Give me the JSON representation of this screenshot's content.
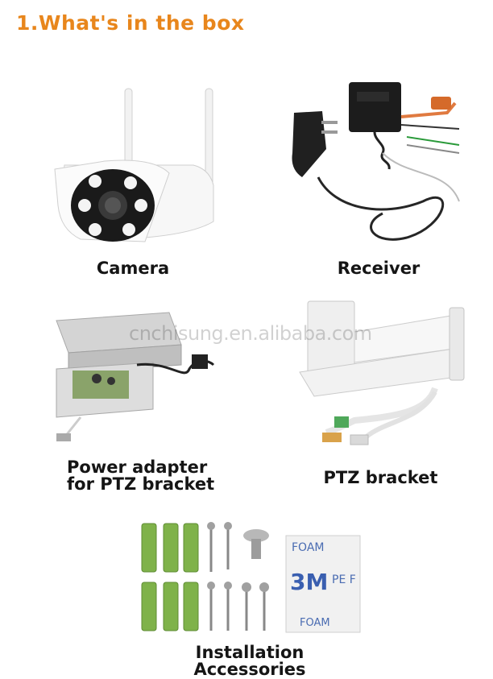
{
  "page": {
    "title": "1.What's in the box",
    "watermark": "cnchisung.en.alibaba.com"
  },
  "items": [
    {
      "label": "Camera"
    },
    {
      "label": "Receiver"
    },
    {
      "label_line1": "Power adapter",
      "label_line2": "for PTZ bracket"
    },
    {
      "label": "PTZ bracket"
    },
    {
      "label": "Installation Accessories"
    }
  ],
  "accessories": {
    "tape_text_top": "FOAM",
    "tape_brand": "3M",
    "tape_text_mid": "PE F",
    "tape_text_bottom": "FOAM"
  },
  "colors": {
    "title": "#e8861c",
    "anchor_green": "#7fb24a"
  }
}
